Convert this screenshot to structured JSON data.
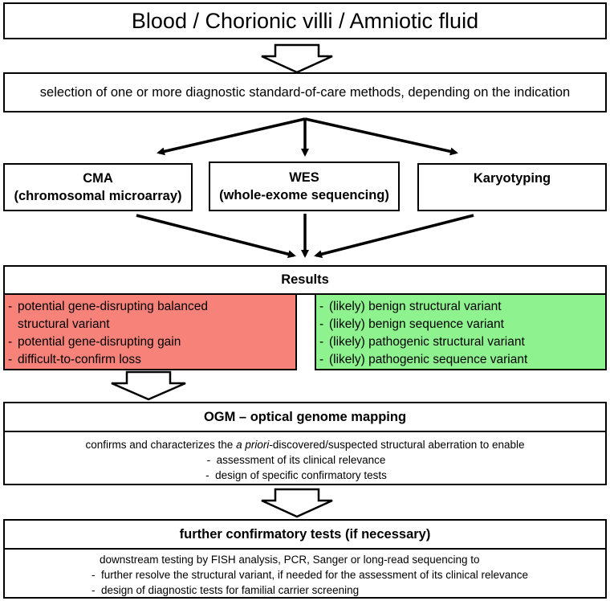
{
  "top": {
    "title": "Blood / Chorionic villi / Amniotic fluid"
  },
  "selection": {
    "text": "selection of one or more diagnostic standard-of-care methods, depending on the indication"
  },
  "methods": {
    "cma": {
      "line1": "CMA",
      "line2": "(chromosomal microarray)"
    },
    "wes": {
      "line1": "WES",
      "line2": "(whole-exome sequencing)"
    },
    "karyo": {
      "line1": "Karyotyping"
    }
  },
  "results": {
    "title": "Results",
    "red_color": "#f7827a",
    "green_color": "#8ef28e",
    "red_items": [
      "potential gene-disrupting balanced",
      "structural variant",
      "potential gene-disrupting gain",
      "difficult-to-confirm loss"
    ],
    "green_items": [
      "(likely) benign structural variant",
      "(likely) benign sequence variant",
      "(likely) pathogenic structural variant",
      "(likely) pathogenic sequence variant"
    ]
  },
  "ogm": {
    "title": "OGM – optical genome mapping",
    "intro_before": "confirms and characterizes the ",
    "intro_italic": "a priori",
    "intro_after": "-discovered/suspected structural aberration to enable",
    "items": [
      "assessment of its clinical relevance",
      "design of specific confirmatory tests"
    ]
  },
  "further": {
    "title": "further confirmatory tests (if necessary)",
    "intro": "downstream testing by FISH analysis, PCR, Sanger or long-read sequencing to",
    "items": [
      "further resolve the structural variant, if needed for the assessment of its clinical relevance",
      "design of diagnostic tests for familial carrier screening"
    ]
  }
}
